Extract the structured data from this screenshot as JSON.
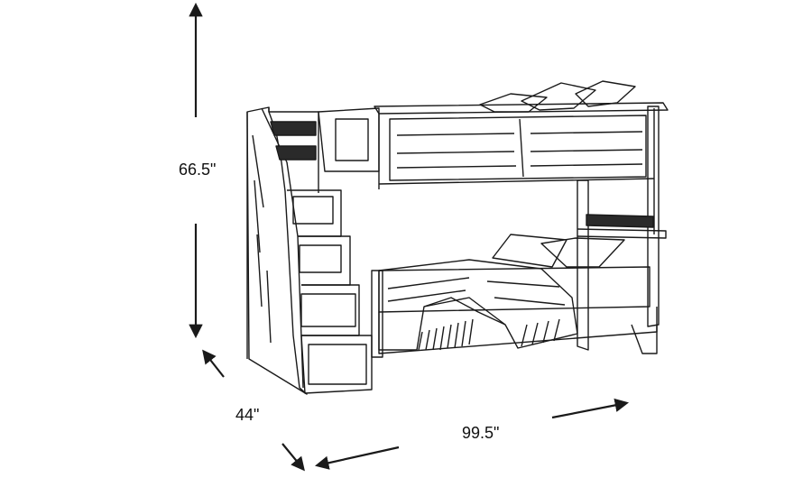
{
  "dimensions": {
    "height": "66.5\"",
    "depth": "44\"",
    "width": "99.5\""
  },
  "colors": {
    "line": "#1a1a1a",
    "background": "#ffffff"
  }
}
